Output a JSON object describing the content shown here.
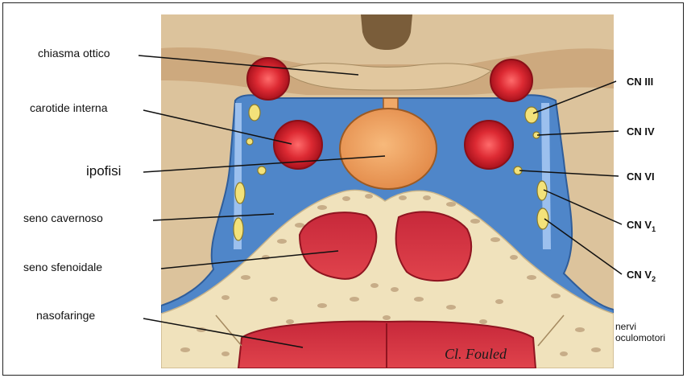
{
  "labels": {
    "chiasma": "chiasma ottico",
    "carotide": "carotide interna",
    "ipofisi": "ipofisi",
    "seno_cavernoso": "seno cavernoso",
    "seno_sfenoidale": "seno sfenoidale",
    "nasofaringe": "nasofaringe",
    "cn3": "CN III",
    "cn4": "CN IV",
    "cn6": "CN VI",
    "cn_v": "CN V",
    "cn_v1_sub": "1",
    "cn_v2_sub": "2",
    "nervi_line1": "nervi",
    "nervi_line2": "oculomotori"
  },
  "signature": "Cl. Fouled",
  "colors": {
    "sinus_blue": "#4f86c9",
    "artery_red": "#d8242f",
    "pituitary_orange": "#f0a968",
    "bone_cream": "#f0e2bc",
    "brain_tan": "#dcc39c",
    "nerve_yellow": "#f3e27a"
  }
}
